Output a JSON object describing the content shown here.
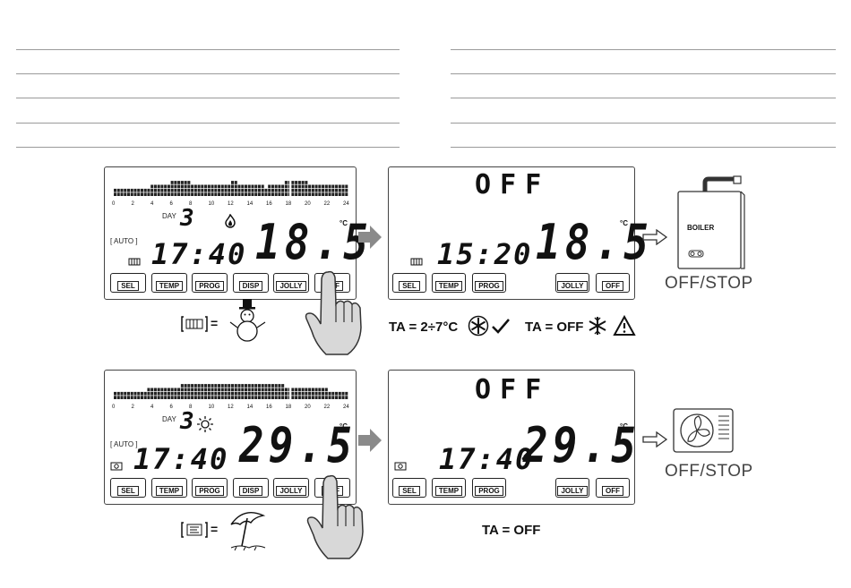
{
  "top_panel_a": {
    "day_label": "DAY",
    "day": "3",
    "mode": "AUTO",
    "time": "17:40",
    "temp": "18.5",
    "unit": "°C",
    "hours": [
      "0",
      "2",
      "4",
      "6",
      "8",
      "10",
      "12",
      "14",
      "16",
      "18",
      "20",
      "22",
      "24"
    ],
    "buttons": [
      "SEL",
      "TEMP",
      "PROG",
      "DISP",
      "JOLLY",
      "OFF"
    ]
  },
  "top_panel_b": {
    "off": "OFF",
    "time": "15:20",
    "temp": "18.5",
    "unit": "°C",
    "buttons": [
      "SEL",
      "TEMP",
      "PROG",
      "JOLLY",
      "OFF"
    ]
  },
  "top_device": {
    "label": "BOILER",
    "status": "OFF/STOP"
  },
  "top_legend": {
    "equals": "="
  },
  "top_notes": {
    "ta_range": "TA = 2÷7°C",
    "ta_off": "TA = OFF"
  },
  "bottom_panel_a": {
    "day_label": "DAY",
    "day": "3",
    "mode": "AUTO",
    "time": "17:40",
    "temp": "29.5",
    "unit": "°C",
    "hours": [
      "0",
      "2",
      "4",
      "6",
      "8",
      "10",
      "12",
      "14",
      "16",
      "18",
      "20",
      "22",
      "24"
    ],
    "buttons": [
      "SEL",
      "TEMP",
      "PROG",
      "DISP",
      "JOLLY",
      "OFF"
    ]
  },
  "bottom_panel_b": {
    "off": "OFF",
    "time": "17:40",
    "temp": "29.5",
    "unit": "°C",
    "buttons": [
      "SEL",
      "TEMP",
      "PROG",
      "JOLLY",
      "OFF"
    ]
  },
  "bottom_device": {
    "status": "OFF/STOP"
  },
  "bottom_legend": {
    "equals": "="
  },
  "bottom_notes": {
    "ta_off": "TA = OFF"
  },
  "colors": {
    "line": "#9a9a9a",
    "ink": "#111111",
    "bar": "#222222",
    "status_gray": "#444444"
  },
  "icons": [
    "flame-icon",
    "snowman-icon",
    "umbrella-icon",
    "sun-icon",
    "hand-pointer-icon",
    "fan-icon",
    "checkmark-icon",
    "snowflake-icon",
    "warning-icon",
    "boiler-icon",
    "ac-outdoor-unit-icon",
    "arrow-right-icon"
  ]
}
